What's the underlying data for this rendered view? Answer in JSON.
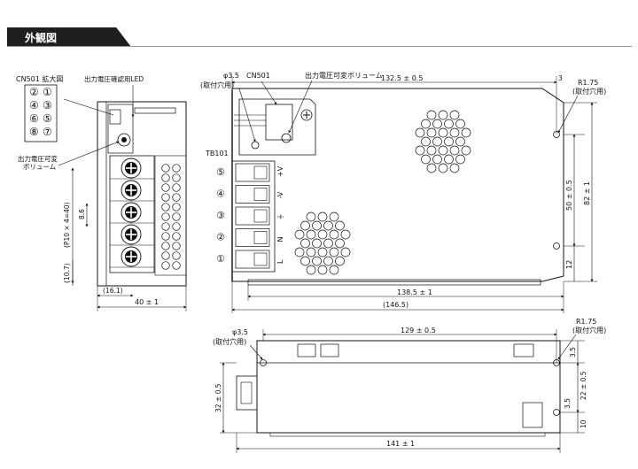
{
  "header": {
    "title": "外観図"
  },
  "labels": {
    "cn501_enlarged": "CN501 拡大図",
    "led": "出力電圧確認用LED",
    "vol_left_1": "出力電圧可変",
    "vol_left_2": "ボリューム",
    "hole_top_1": "φ3.5",
    "hole_top_2": "(取付穴用)",
    "cn501": "CN501",
    "vol_top": "出力電圧可変ボリューム",
    "r175_top": "R1.75",
    "hole_top_right": "(取付穴用)",
    "tb101": "TB101",
    "hole_bottom_1": "φ3.5",
    "hole_bottom_2": "(取付穴用)",
    "r175_bottom": "R1.75",
    "hole_bottom_right": "(取付穴用)"
  },
  "cn_pins": [
    "②",
    "①",
    "④",
    "③",
    "⑥",
    "⑤",
    "⑧",
    "⑦"
  ],
  "terminal_numbers": [
    "⑤",
    "④",
    "③",
    "②",
    "①"
  ],
  "terminal_signs": [
    "+V",
    "-V",
    "⏚",
    "N",
    "L"
  ],
  "dimensions": {
    "d132": "132.5 ± 0.5",
    "d3_top": "3",
    "d50": "50 ± 0.5",
    "d82": "82 ± 1",
    "d12": "12",
    "d1385": "138.5 ± 1",
    "d1465": "(146.5)",
    "d40": "40 ± 1",
    "d161": "(16.1)",
    "d107": "(10.7)",
    "dp10": "(P10 × 4=40)",
    "d86": "8.6",
    "d129": "129 ± 0.5",
    "d35_a": "3.5",
    "d35_b": "3.5",
    "d22": "22 ± 0.5",
    "d32": "32 ± 0.5",
    "d10": "10",
    "d141": "141 ± 1"
  }
}
